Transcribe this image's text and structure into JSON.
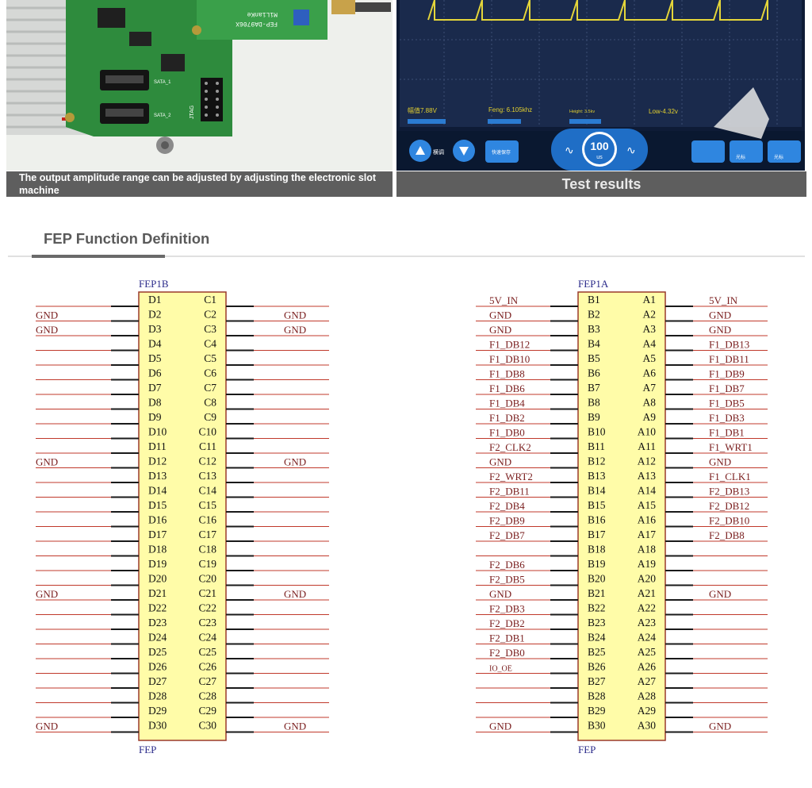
{
  "images": {
    "board_photo": {
      "silkscreen": [
        "MiLianKe",
        "FEP-DA9706X",
        "SATA_1",
        "SATA_2",
        "JTAG"
      ]
    },
    "scope_screen": {
      "readouts": {
        "amplitude": "幅值7.88V",
        "freq": "Feng: 6.105khz",
        "height": "Height: 3.5kv",
        "low": "Low-4.32v"
      },
      "buttons": {
        "channel": "横调",
        "save": "快速保存",
        "timebase_value": "100",
        "timebase_unit": "us",
        "cursor1": "光标",
        "cursor2": "光标"
      }
    }
  },
  "captions": {
    "left": "The output amplitude range can be adjusted by adjusting the electronic slot machine",
    "right": "Test results"
  },
  "section": {
    "title": "FEP Function Definition"
  },
  "connectors": [
    {
      "name": "FEP1B",
      "footer": "FEP",
      "left_pins": [
        "D1",
        "D2",
        "D3",
        "D4",
        "D5",
        "D6",
        "D7",
        "D8",
        "D9",
        "D10",
        "D11",
        "D12",
        "D13",
        "D14",
        "D15",
        "D16",
        "D17",
        "D18",
        "D19",
        "D20",
        "D21",
        "D22",
        "D23",
        "D24",
        "D25",
        "D26",
        "D27",
        "D28",
        "D29",
        "D30"
      ],
      "right_pins": [
        "C1",
        "C2",
        "C3",
        "C4",
        "C5",
        "C6",
        "C7",
        "C8",
        "C9",
        "C10",
        "C11",
        "C12",
        "C13",
        "C14",
        "C15",
        "C16",
        "C17",
        "C18",
        "C19",
        "C20",
        "C21",
        "C22",
        "C23",
        "C24",
        "C25",
        "C26",
        "C27",
        "C28",
        "C29",
        "C30"
      ],
      "left_nets": [
        "",
        "GND",
        "GND",
        "",
        "",
        "",
        "",
        "",
        "",
        "",
        "",
        "GND",
        "",
        "",
        "",
        "",
        "",
        "",
        "",
        "",
        "GND",
        "",
        "",
        "",
        "",
        "",
        "",
        "",
        "",
        "GND"
      ],
      "right_nets": [
        "",
        "GND",
        "GND",
        "",
        "",
        "",
        "",
        "",
        "",
        "",
        "",
        "GND",
        "",
        "",
        "",
        "",
        "",
        "",
        "",
        "",
        "GND",
        "",
        "",
        "",
        "",
        "",
        "",
        "",
        "",
        "GND"
      ]
    },
    {
      "name": "FEP1A",
      "footer": "FEP",
      "left_pins": [
        "B1",
        "B2",
        "B3",
        "B4",
        "B5",
        "B6",
        "B7",
        "B8",
        "B9",
        "B10",
        "B11",
        "B12",
        "B13",
        "B14",
        "B15",
        "B16",
        "B17",
        "B18",
        "B19",
        "B20",
        "B21",
        "B22",
        "B23",
        "B24",
        "B25",
        "B26",
        "B27",
        "B28",
        "B29",
        "B30"
      ],
      "right_pins": [
        "A1",
        "A2",
        "A3",
        "A4",
        "A5",
        "A6",
        "A7",
        "A8",
        "A9",
        "A10",
        "A11",
        "A12",
        "A13",
        "A14",
        "A15",
        "A16",
        "A17",
        "A18",
        "A19",
        "A20",
        "A21",
        "A22",
        "A23",
        "A24",
        "A25",
        "A26",
        "A27",
        "A28",
        "A29",
        "A30"
      ],
      "left_nets": [
        "5V_IN",
        "GND",
        "GND",
        "F1_DB12",
        "F1_DB10",
        "F1_DB8",
        "F1_DB6",
        "F1_DB4",
        "F1_DB2",
        "F1_DB0",
        "F2_CLK2",
        "GND",
        "F2_WRT2",
        "F2_DB11",
        "F2_DB4",
        "F2_DB9",
        "F2_DB7",
        "",
        "F2_DB6",
        "F2_DB5",
        "GND",
        "F2_DB3",
        "F2_DB2",
        "F2_DB1",
        "F2_DB0",
        "IO_OE",
        "",
        "",
        "",
        "GND"
      ],
      "right_nets": [
        "5V_IN",
        "GND",
        "GND",
        "F1_DB13",
        "F1_DB11",
        "F1_DB9",
        "F1_DB7",
        "F1_DB5",
        "F1_DB3",
        "F1_DB1",
        "F1_WRT1",
        "GND",
        "F1_CLK1",
        "F2_DB13",
        "F2_DB12",
        "F2_DB10",
        "F2_DB8",
        "",
        "",
        "",
        "GND",
        "",
        "",
        "",
        "",
        "",
        "",
        "",
        "",
        "GND"
      ]
    }
  ],
  "colors": {
    "chip_fill": "#fffca8",
    "chip_border": "#9a3a2a",
    "net_line": "#c0392b",
    "pin_line": "#1a1a1a",
    "net_text": "#7a1e1e",
    "title_text": "#2a2a8a"
  }
}
